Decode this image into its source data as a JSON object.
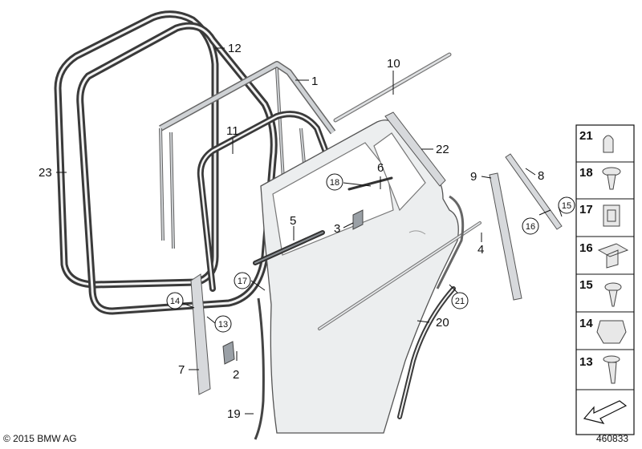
{
  "callouts": {
    "c1": "1",
    "c2": "2",
    "c3": "3",
    "c4": "4",
    "c5": "5",
    "c6": "6",
    "c7": "7",
    "c8": "8",
    "c9": "9",
    "c10": "10",
    "c11": "11",
    "c12": "12",
    "c13": "13",
    "c14": "14",
    "c15": "15",
    "c16": "16",
    "c17": "17",
    "c18": "18",
    "c19": "19",
    "c20": "20",
    "c21": "21",
    "c22": "22",
    "c23": "23"
  },
  "legend": [
    "21",
    "18",
    "17",
    "16",
    "15",
    "14",
    "13"
  ],
  "footer": {
    "copyright": "© 2015 BMW AG",
    "drawing_number": "460833"
  },
  "colors": {
    "seal": "#3a3a3a",
    "door_panel": "#eceeef",
    "outline": "#555555"
  }
}
